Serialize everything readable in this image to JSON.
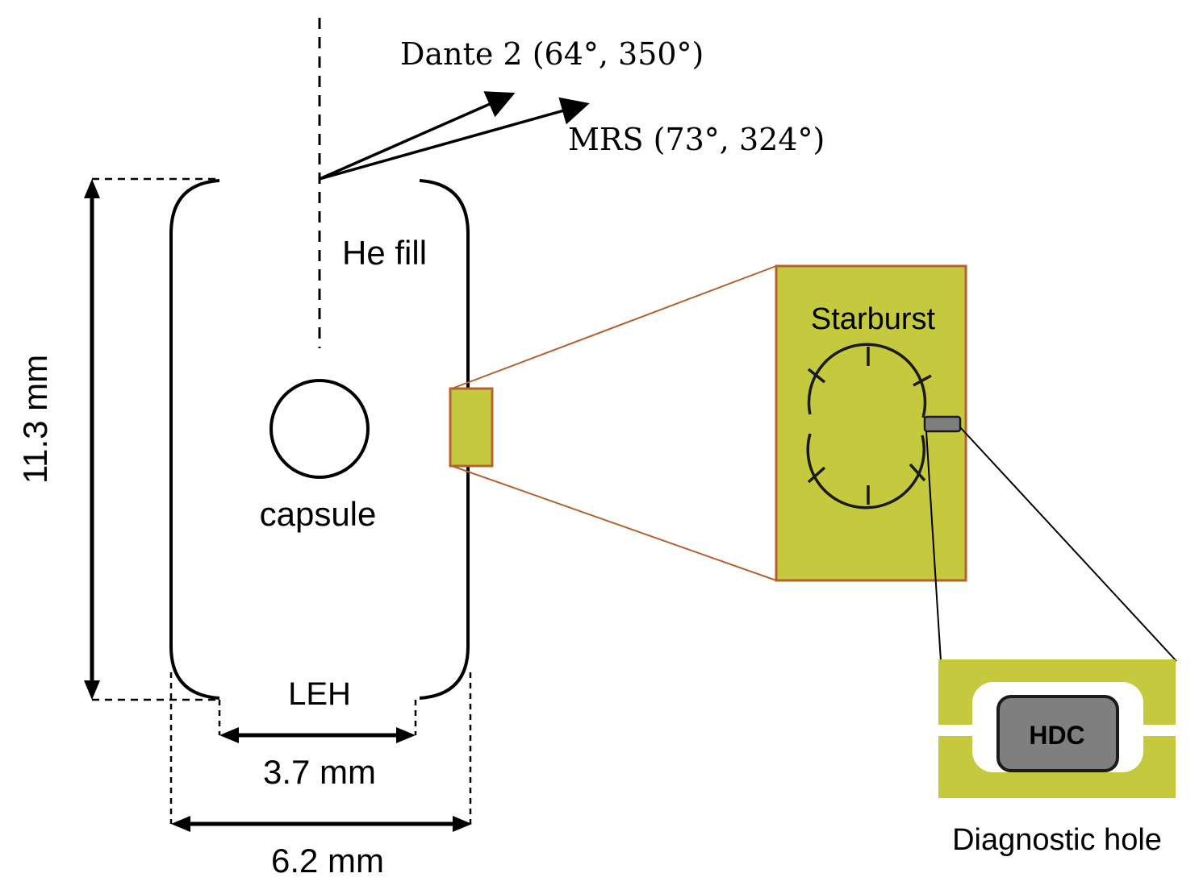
{
  "labels": {
    "dante": "Dante 2 (64°, 350°)",
    "mrs": "MRS (73°, 324°)",
    "he_fill": "He fill",
    "capsule": "capsule",
    "leh": "LEH",
    "height": "11.3 mm",
    "leh_width": "3.7 mm",
    "hohlraum_width": "6.2 mm",
    "starburst": "Starburst",
    "hdc": "HDC",
    "diagnostic_hole": "Diagnostic hole"
  },
  "colors": {
    "gold_fill": "#c5c93e",
    "inset_border": "#b5622d",
    "hdc_fill": "#7f7f7f",
    "outline": "#000000"
  }
}
